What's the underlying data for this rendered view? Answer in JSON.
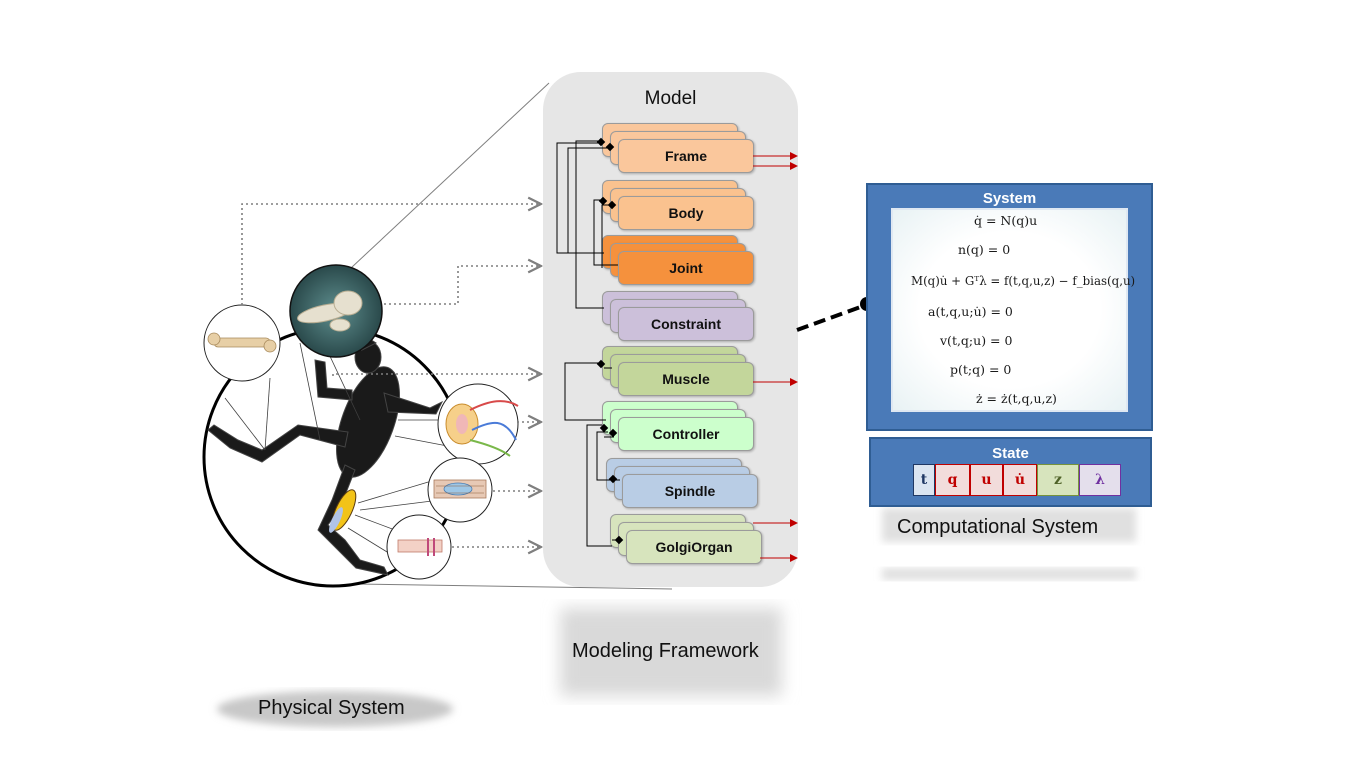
{
  "model": {
    "title": "Model",
    "components": [
      {
        "label": "Frame",
        "color": "#fac79c"
      },
      {
        "label": "Body",
        "color": "#fac28f"
      },
      {
        "label": "Joint",
        "color": "#f5913d"
      },
      {
        "label": "Constraint",
        "color": "#ccc0da"
      },
      {
        "label": "Muscle",
        "color": "#c3d69b"
      },
      {
        "label": "Controller",
        "color": "#ccffcc"
      },
      {
        "label": "Spindle",
        "color": "#b9cde5"
      },
      {
        "label": "GolgiOrgan",
        "color": "#d7e4bd"
      }
    ]
  },
  "system": {
    "title": "System",
    "equations": [
      "q̇ = N(q)u",
      "n(q) = 0",
      "M(q)u̇ + Gᵀλ = f(t,q,u,z) − f_bias(q,u)",
      "a(t,q,u;u̇) = 0",
      "v(t,q;u) = 0",
      "p(t;q) = 0",
      "ż = ż(t,q,u,z)"
    ]
  },
  "state": {
    "title": "State",
    "cells": [
      {
        "label": "t",
        "fill": "#dbe5f1",
        "border": "#1f3864",
        "text": "#1f3864"
      },
      {
        "label": "q",
        "fill": "#f2dcdb",
        "border": "#c00000",
        "text": "#c00000"
      },
      {
        "label": "u",
        "fill": "#f2dcdb",
        "border": "#c00000",
        "text": "#c00000"
      },
      {
        "label": "u̇",
        "fill": "#f2dcdb",
        "border": "#c00000",
        "text": "#c00000"
      },
      {
        "label": "z",
        "fill": "#d7e4bd",
        "border": "#77933c",
        "text": "#4f6228"
      },
      {
        "label": "λ",
        "fill": "#e4dfec",
        "border": "#7030a0",
        "text": "#7030a0"
      }
    ]
  },
  "captions": {
    "physical": "Physical System",
    "framework": "Modeling Framework",
    "computational": "Computational System"
  },
  "icons": {
    "frog": "frog-silhouette-icon",
    "bone": "femur-bone-icon",
    "joint": "hip-joint-photo-icon",
    "spinal": "spinal-cord-icon",
    "spindle": "muscle-spindle-icon",
    "golgi": "golgi-tendon-organ-icon",
    "connector": "dashed-connector"
  }
}
